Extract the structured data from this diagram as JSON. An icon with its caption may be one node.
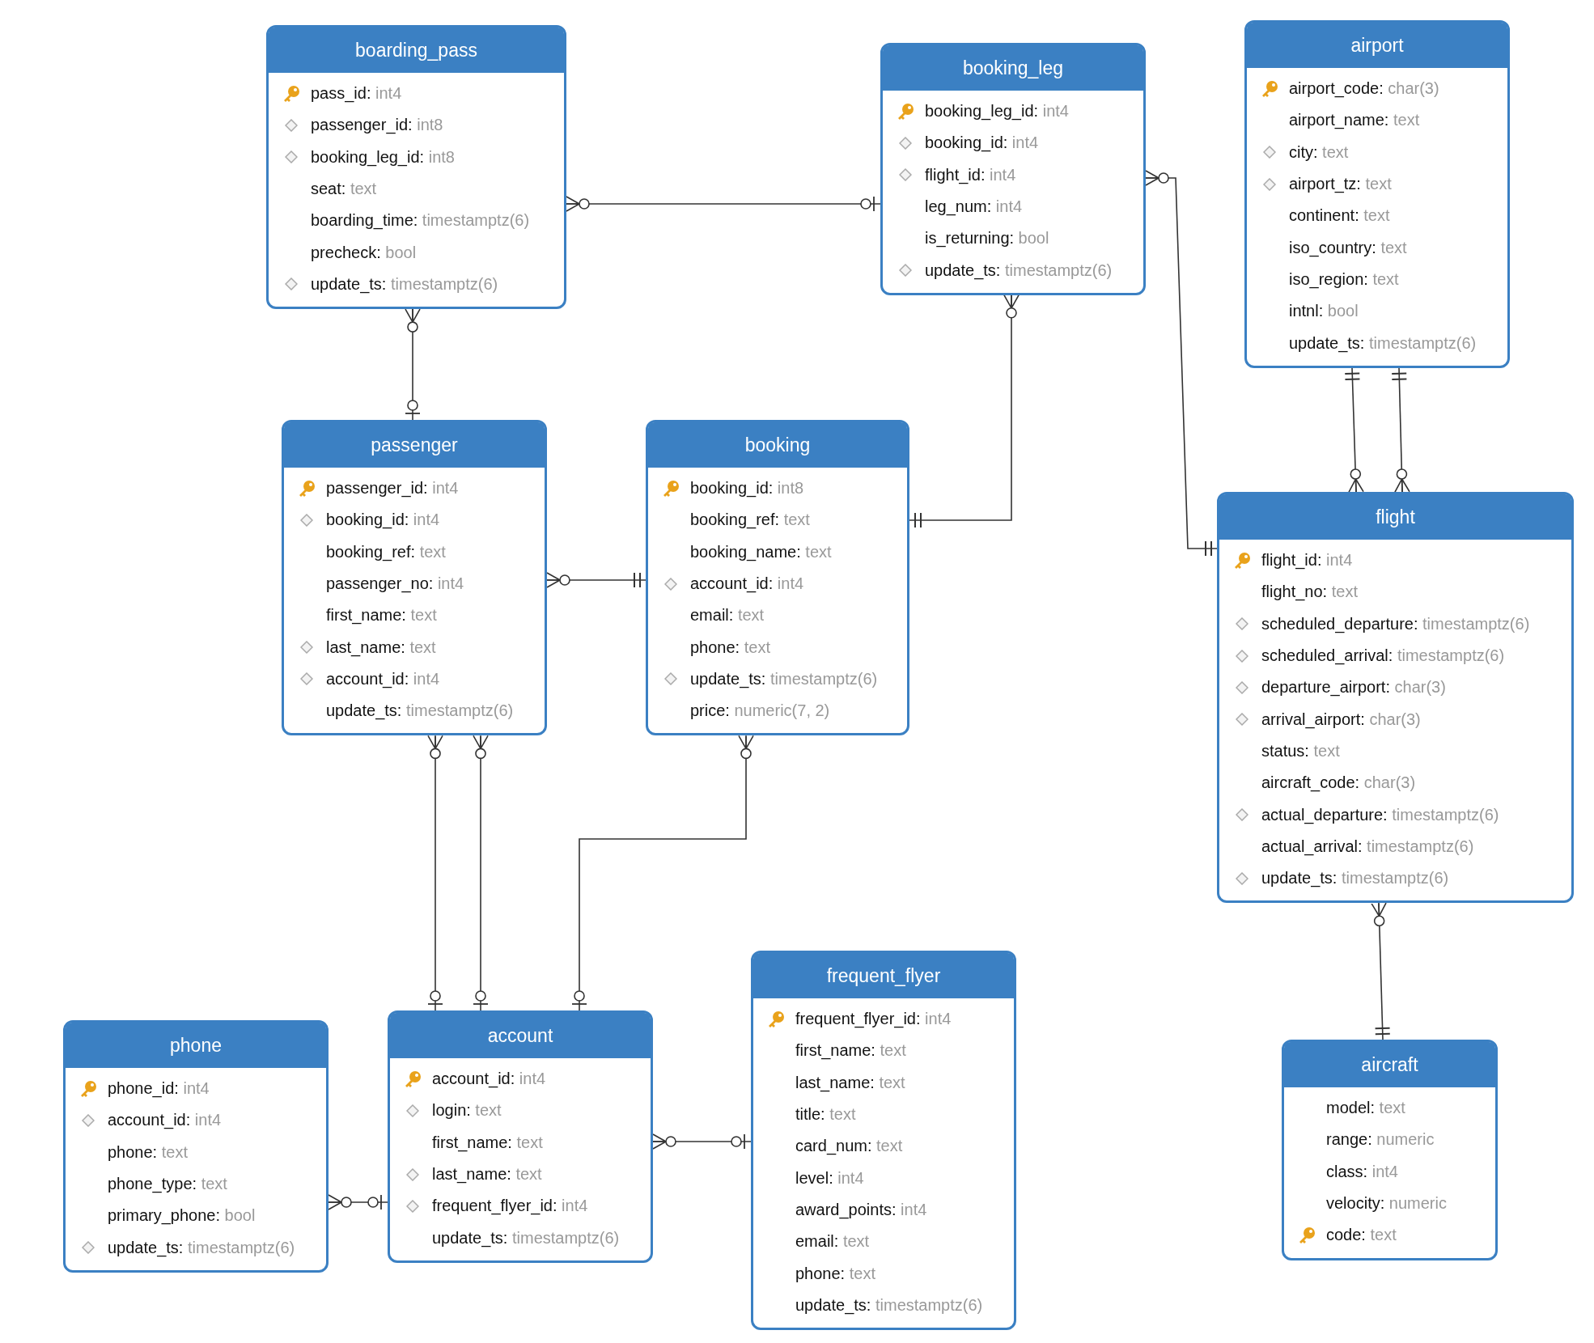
{
  "diagram": {
    "nodes": [
      {
        "text": [
          "boarding_pass",
          "pass_id: int4",
          "passenger_id: int8",
          "booking_leg_id: int8",
          "seat: text",
          "boarding_time: timestamptz(6)",
          "precheck: bool",
          "update_ts: timestamptz(6)"
        ]
      },
      {
        "text": [
          "booking_leg",
          "booking_leg_id: int4",
          "booking_id: int4",
          "flight_id: int4",
          "leg_num: int4",
          "is_returning: bool",
          "update_ts: timestamptz(6)"
        ]
      },
      {
        "text": [
          "airport",
          "airport_code: char(3)",
          "airport_name: text",
          "city: text",
          "airport_tz: text",
          "continent: text",
          "iso_country: text",
          "iso_region: text",
          "intnl: bool",
          "update_ts: timestamptz(6)"
        ]
      },
      {
        "text": [
          "passenger",
          "passenger_id: int4",
          "booking_id: int4",
          "booking_ref: text",
          "passenger_no: int4",
          "first_name: text",
          "last_name: text",
          "account_id: int4",
          "update_ts: timestamptz(6)"
        ]
      },
      {
        "text": [
          "booking",
          "booking_id: int8",
          "booking_ref: text",
          "booking_name: text",
          "account_id: int4",
          "email: text",
          "phone: text",
          "update_ts: timestamptz(6)",
          "price: numeric(7, 2)"
        ]
      },
      {
        "text": [
          "flight",
          "flight_id: int4",
          "flight_no: text",
          "scheduled_departure: timestamptz(6)",
          "scheduled_arrival: timestamptz(6)",
          "departure_airport: char(3)",
          "arrival_airport: char(3)",
          "status: text",
          "aircraft_code: char(3)",
          "actual_departure: timestamptz(6)",
          "actual_arrival: timestamptz(6)",
          "update_ts: timestamptz(6)"
        ]
      },
      {
        "text": [
          "phone",
          "phone_id: int4",
          "account_id: int4",
          "phone: text",
          "phone_type: text",
          "primary_phone: bool",
          "update_ts: timestamptz(6)"
        ]
      },
      {
        "text": [
          "account",
          "account_id: int4",
          "login: text",
          "first_name: text",
          "last_name: text",
          "frequent_flyer_id: int4",
          "update_ts: timestamptz(6)"
        ]
      },
      {
        "text": [
          "frequent_flyer",
          "frequent_flyer_id: int4",
          "first_name: text",
          "last_name: text",
          "title: text",
          "card_num: text",
          "level: int4",
          "award_points: int4",
          "email: text",
          "phone: text",
          "update_ts: timestamptz(6)"
        ]
      },
      {
        "text": [
          "aircraft",
          "model: text",
          "range: numeric",
          "class: int4",
          "velocity: numeric",
          "code: text"
        ]
      }
    ],
    "edges": [
      {
        "from": 0,
        "to": 1,
        "arrow": "other"
      },
      {
        "from": 0,
        "to": 3,
        "arrow": "other"
      },
      {
        "from": 1,
        "to": 5,
        "arrow": "other"
      },
      {
        "from": 1,
        "to": 4,
        "arrow": "other"
      },
      {
        "from": 2,
        "to": 5,
        "arrow": "other"
      },
      {
        "from": 2,
        "to": 5,
        "arrow": "other"
      },
      {
        "from": 3,
        "to": 4,
        "arrow": "other"
      },
      {
        "from": 3,
        "to": 7,
        "arrow": "other"
      },
      {
        "from": 3,
        "to": 7,
        "arrow": "other"
      },
      {
        "from": 4,
        "to": 7,
        "arrow": "other"
      },
      {
        "from": 5,
        "to": 9,
        "arrow": "other"
      },
      {
        "from": 6,
        "to": 7,
        "arrow": "other"
      },
      {
        "from": 7,
        "to": 8,
        "arrow": "other"
      }
    ]
  }
}
